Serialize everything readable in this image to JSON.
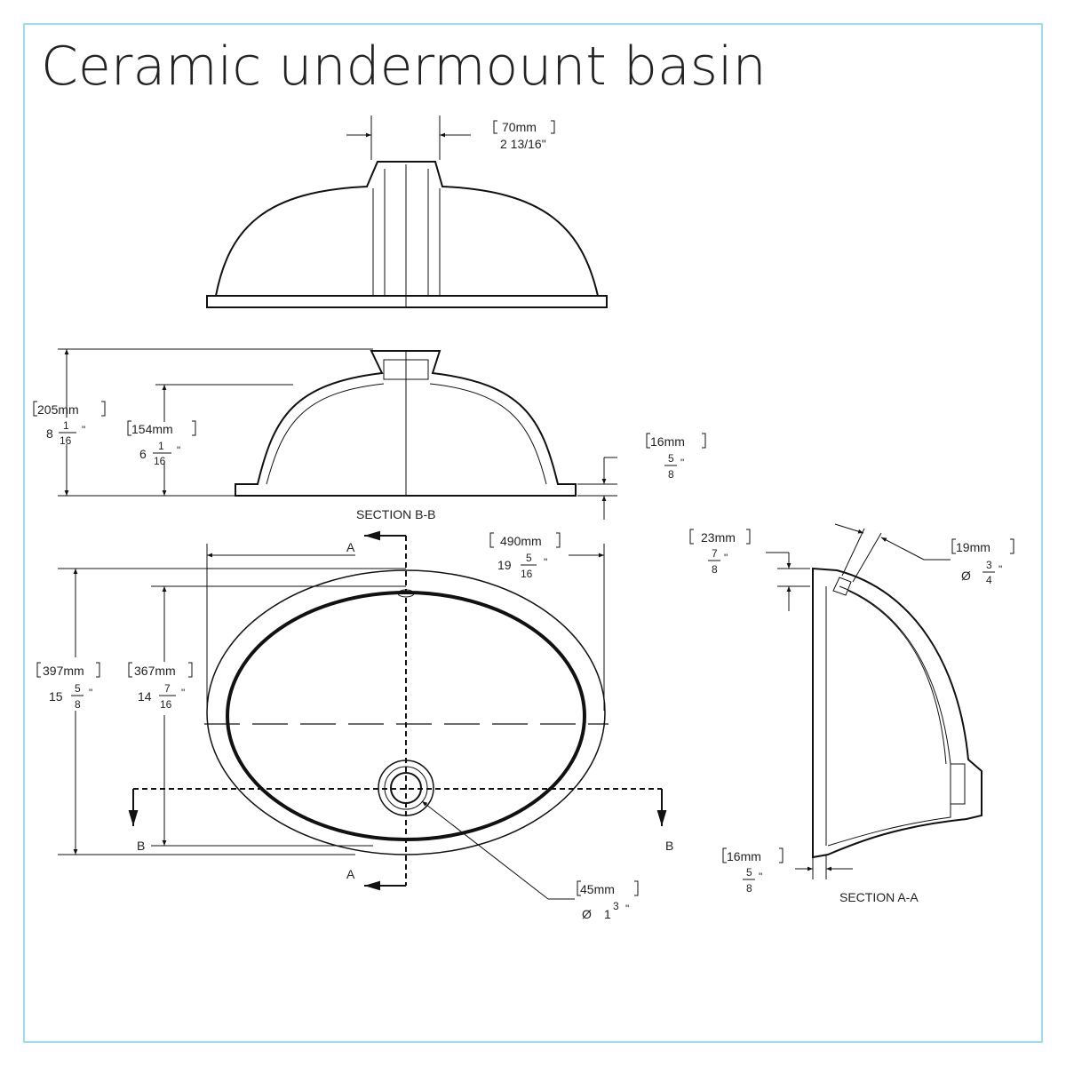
{
  "title": "Ceramic undermount basin",
  "colors": {
    "border": "#7fcdec",
    "line": "#111111"
  },
  "top_view": {
    "width_70": {
      "mm": "70mm",
      "inch": "2 13/16\""
    }
  },
  "section_bb": {
    "label": "SECTION B-B",
    "height_205": {
      "mm": "205mm",
      "whole": "8",
      "num": "1",
      "den": "16",
      "mark": "\""
    },
    "height_154": {
      "mm": "154mm",
      "whole": "6",
      "num": "1",
      "den": "16",
      "mark": "\""
    },
    "rim_16": {
      "mm": "16mm",
      "num": "5",
      "den": "8",
      "mark": "\""
    }
  },
  "plan_view": {
    "width_490": {
      "mm": "490mm",
      "whole": "19",
      "num": "5",
      "den": "16",
      "mark": "\""
    },
    "depth_397": {
      "mm": "397mm",
      "whole": "15",
      "num": "5",
      "den": "8",
      "mark": "\""
    },
    "depth_367": {
      "mm": "367mm",
      "whole": "14",
      "num": "7",
      "den": "16",
      "mark": "\""
    },
    "drain_45": {
      "mm": "45mm",
      "prefix": "Ø",
      "whole": "1",
      "num": "3",
      "mark": "\""
    },
    "section_marks": {
      "a_top": "A",
      "a_bottom": "A",
      "b_left": "B",
      "b_right": "B"
    }
  },
  "section_aa": {
    "label": "SECTION A-A",
    "rim_23": {
      "mm": "23mm",
      "num": "7",
      "den": "8",
      "mark": "\""
    },
    "overflow_19": {
      "mm": "19mm",
      "prefix": "Ø",
      "num": "3",
      "den": "4",
      "mark": "\""
    },
    "wall_16": {
      "mm": "16mm",
      "num": "5",
      "den": "8",
      "mark": "\""
    }
  }
}
